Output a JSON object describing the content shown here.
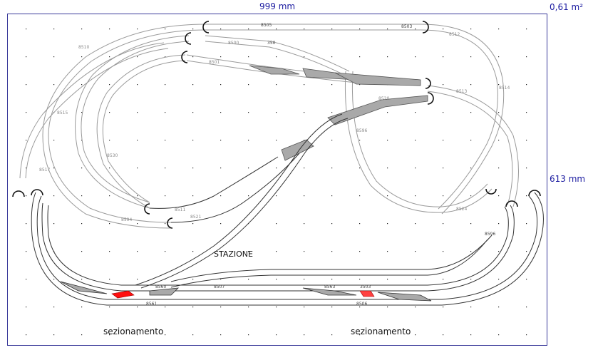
{
  "layout": {
    "width_label": "999 mm",
    "height_label": "613 mm",
    "area_label": "0,61 m²"
  },
  "labels": {
    "station": "STAZIONE",
    "section_left": "sezionamento",
    "section_right": "sezionamento"
  },
  "track_codes": [
    "8505",
    "8503",
    "8500",
    "8501",
    "8510",
    "8520",
    "8560",
    "8506",
    "8507",
    "8563",
    "8521",
    "8596",
    "8594",
    "8530",
    "8561",
    "8511",
    "8515",
    "8517",
    "8512",
    "8513",
    "8524",
    "8514",
    "8596",
    "350",
    "3503"
  ],
  "colors": {
    "frame": "#3a3a9a",
    "track_outline": "#333333",
    "track_upper": "#9a9a9a",
    "switch_fill": "#a9a9a9",
    "section_marker": "#ff1010",
    "grid_dot": "#202020"
  }
}
